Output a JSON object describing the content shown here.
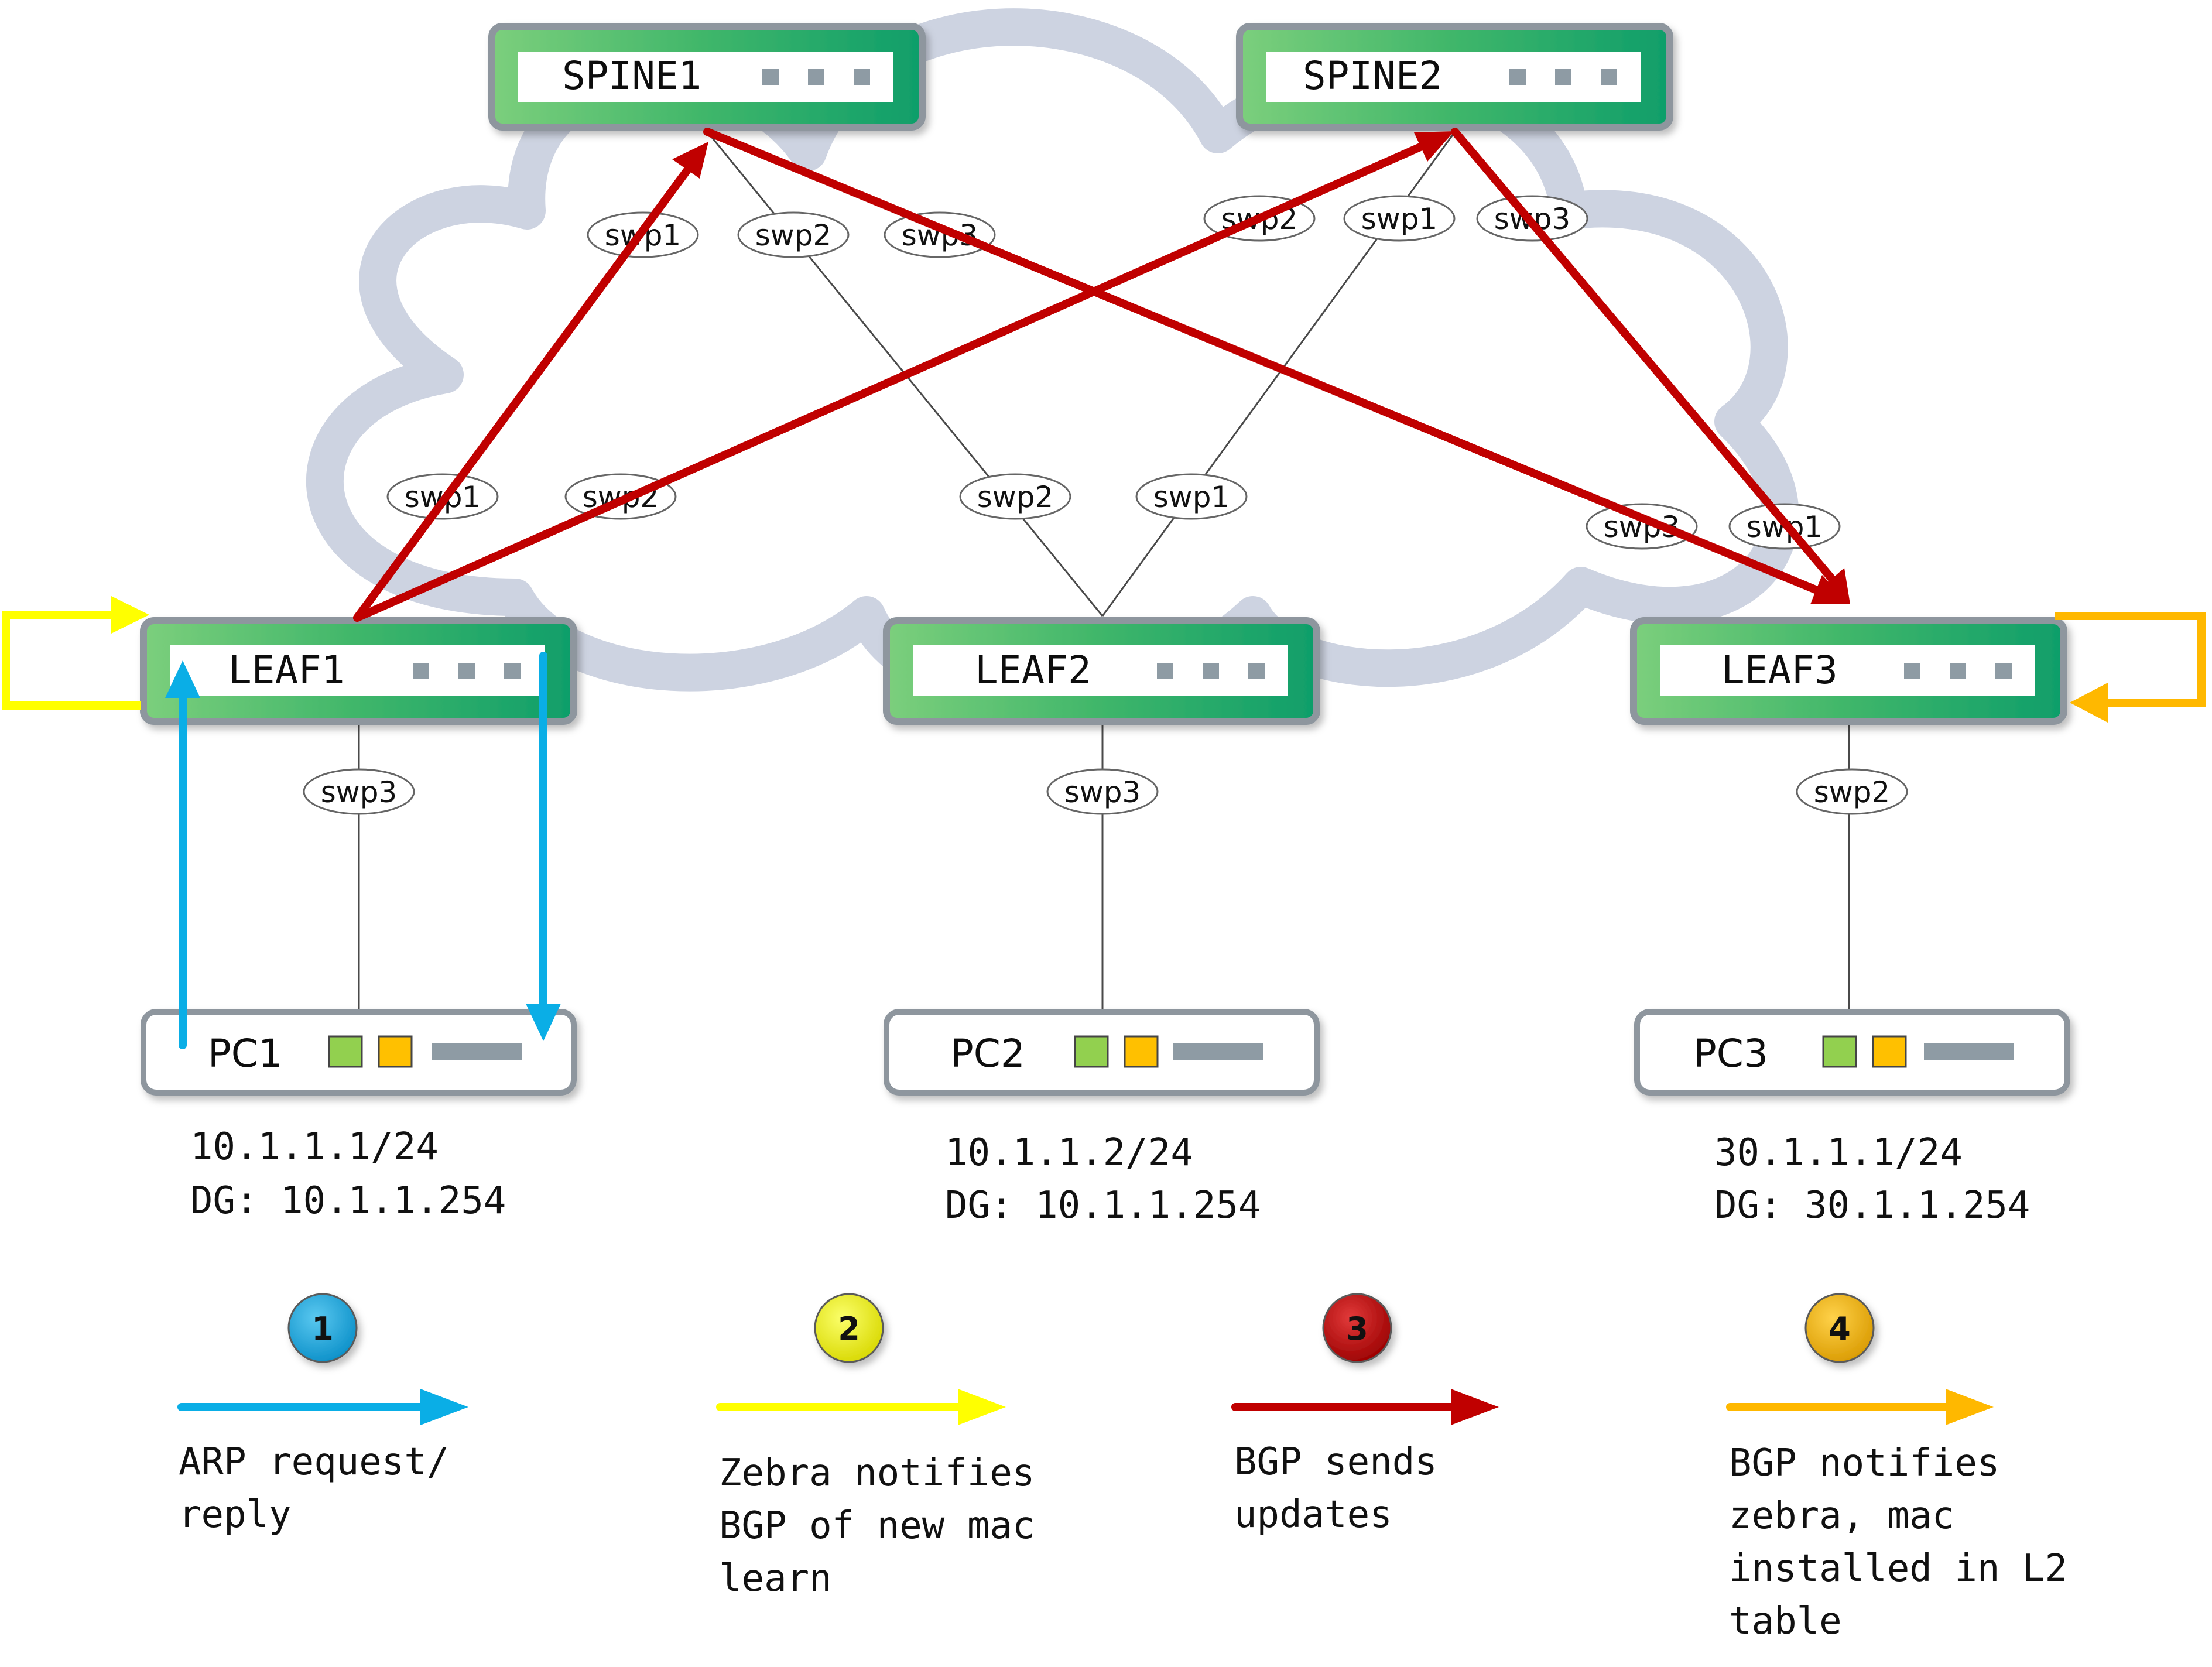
{
  "colors": {
    "arp": "#0aaee6",
    "zebra": "#ffff00",
    "bgp_update": "#c00000",
    "bgp_notify": "#ffb800",
    "cloud": "#cdd3e1",
    "switch_green": "#22a860",
    "port_gray": "#8e9ba4",
    "box_border": "#8e969e"
  },
  "switches": {
    "spine1": "SPINE1",
    "spine2": "SPINE2",
    "leaf1": "LEAF1",
    "leaf2": "LEAF2",
    "leaf3": "LEAF3"
  },
  "ports": {
    "spine1_swp1": "swp1",
    "spine1_swp2": "swp2",
    "spine1_swp3": "swp3",
    "spine2_swp2": "swp2",
    "spine2_swp1": "swp1",
    "spine2_swp3": "swp3",
    "leaf1_swp1": "swp1",
    "leaf1_swp2": "swp2",
    "leaf2_swp2": "swp2",
    "leaf2_swp1": "swp1",
    "leaf3_swp3": "swp3",
    "leaf3_swp1": "swp1",
    "leaf1_swp3": "swp3",
    "leaf2_swp3": "swp3",
    "leaf3_swp2": "swp2"
  },
  "hosts": [
    {
      "name": "PC1",
      "ip": "10.1.1.1/24",
      "dg": "DG: 10.1.1.254"
    },
    {
      "name": "PC2",
      "ip": "10.1.1.2/24",
      "dg": "DG: 10.1.1.254"
    },
    {
      "name": "PC3",
      "ip": "30.1.1.1/24",
      "dg": "DG: 30.1.1.254"
    }
  ],
  "legend": [
    {
      "step": "1",
      "lines": [
        "ARP request/",
        "reply"
      ]
    },
    {
      "step": "2",
      "lines": [
        "Zebra notifies",
        "BGP of new mac",
        "learn"
      ]
    },
    {
      "step": "3",
      "lines": [
        "BGP sends",
        "updates"
      ]
    },
    {
      "step": "4",
      "lines": [
        "BGP notifies",
        "zebra, mac",
        "installed in L2",
        "table"
      ]
    }
  ]
}
